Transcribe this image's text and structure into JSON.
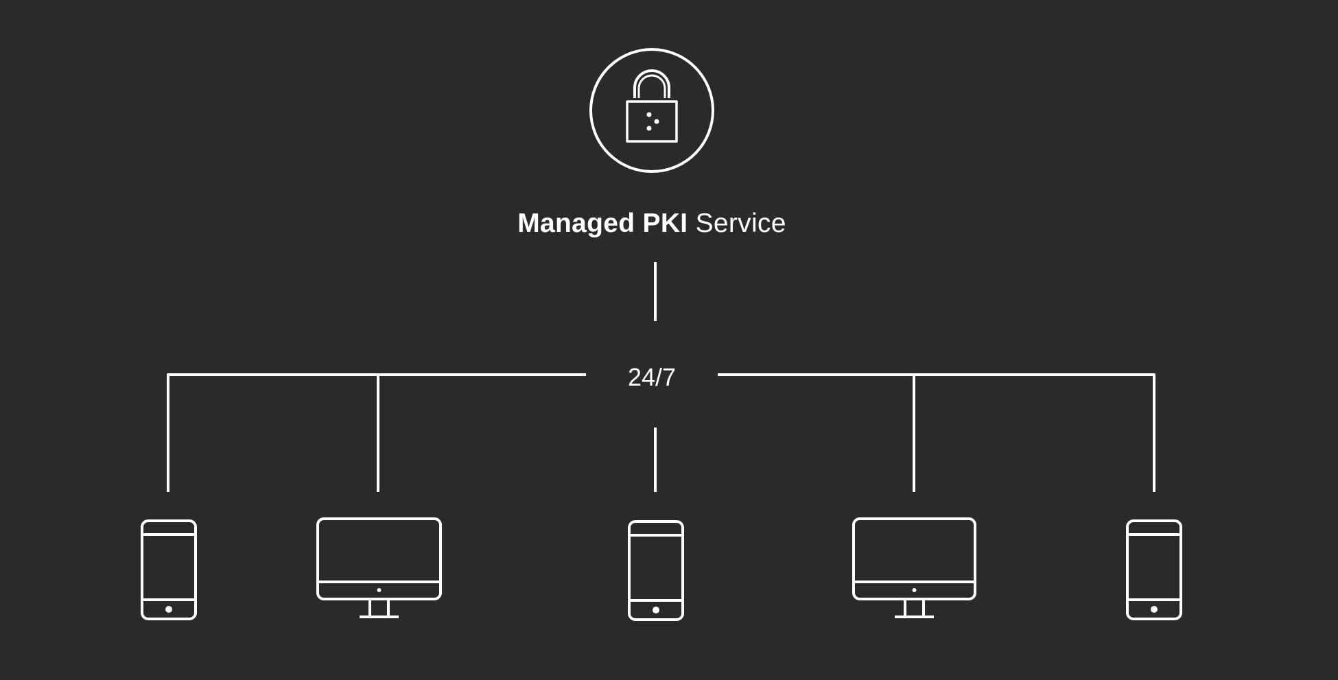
{
  "service": {
    "title_bold": "Managed PKI",
    "title_regular": "Service",
    "icon": "padlock-icon"
  },
  "hub": {
    "label": "24/7"
  },
  "devices": [
    {
      "type": "smartphone",
      "icon": "smartphone-icon"
    },
    {
      "type": "desktop",
      "icon": "desktop-monitor-icon"
    },
    {
      "type": "smartphone",
      "icon": "smartphone-icon"
    },
    {
      "type": "desktop",
      "icon": "desktop-monitor-icon"
    },
    {
      "type": "smartphone",
      "icon": "smartphone-icon"
    }
  ],
  "colors": {
    "background": "#2a2a2a",
    "stroke": "#ffffff"
  }
}
